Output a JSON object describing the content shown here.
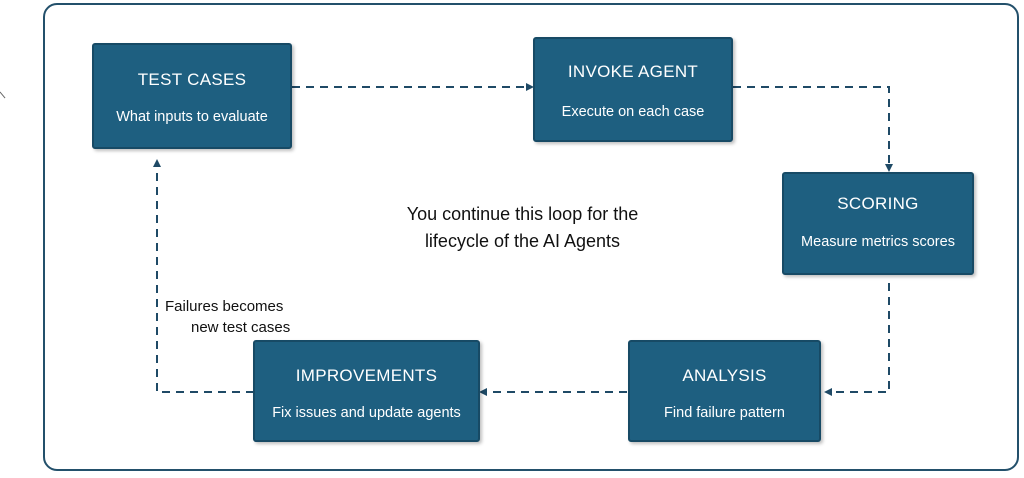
{
  "diagram": {
    "center_text_line1": "You continue this loop for the",
    "center_text_line2": "lifecycle of the AI Agents",
    "side_note_line1": "Failures becomes",
    "side_note_line2": "new test cases",
    "colors": {
      "box_fill": "#1e5f80",
      "box_border": "#174a65",
      "frame_border": "#23506b",
      "connector": "#1f4a66",
      "box_text": "#ffffff"
    },
    "steps": [
      {
        "title": "TEST CASES",
        "subtitle": "What inputs to evaluate"
      },
      {
        "title": "INVOKE AGENT",
        "subtitle": "Execute on each case"
      },
      {
        "title": "SCORING",
        "subtitle": "Measure metrics scores"
      },
      {
        "title": "ANALYSIS",
        "subtitle": "Find failure pattern"
      },
      {
        "title": "IMPROVEMENTS",
        "subtitle": "Fix issues and update agents"
      }
    ]
  }
}
